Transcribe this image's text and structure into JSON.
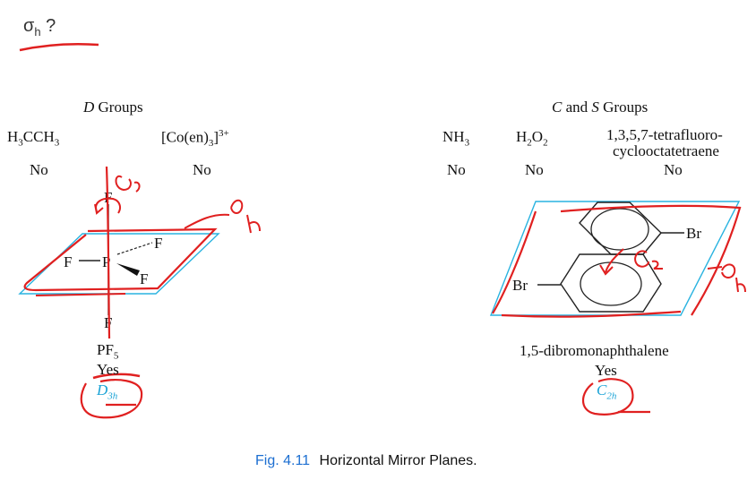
{
  "note": {
    "symbol": "σ",
    "subscript": "h",
    "suffix": " ?"
  },
  "d_groups": {
    "heading_letter": "D",
    "heading_rest": " Groups",
    "item1": {
      "a": "H",
      "a_sub": "3",
      "b": "CCH",
      "b_sub": "3",
      "answer": "No"
    },
    "item2": {
      "a": "[Co(en)",
      "a_sub": "3",
      "b": "]",
      "b_sup": "3+",
      "answer": "No"
    },
    "pf5": {
      "name": "PF",
      "name_sub": "5",
      "answer": "Yes",
      "group": "D",
      "group_sub": "3h",
      "atom_p": "P",
      "atom_f": "F"
    },
    "annotations": {
      "c3": "C3",
      "sigma_h": "σh"
    }
  },
  "cs_groups": {
    "heading_c": "C",
    "heading_mid": " and ",
    "heading_s": "S",
    "heading_rest": " Groups",
    "item1": {
      "a": "NH",
      "a_sub": "3",
      "answer": "No"
    },
    "item2": {
      "a": "H",
      "a_sub": "2",
      "b": "O",
      "b_sub": "2",
      "answer": "No"
    },
    "item3": {
      "line1": "1,3,5,7-tetrafluoro-",
      "line2": "cyclooctatetraene",
      "answer": "No"
    },
    "naph": {
      "name": "1,5-dibromonaphthalene",
      "answer": "Yes",
      "group": "C",
      "group_sub": "2h",
      "atom_br": "Br"
    },
    "annotations": {
      "c2": "C2",
      "sigma_h": "σh"
    }
  },
  "caption": {
    "fig": "Fig. 4.11",
    "text": "Horizontal Mirror Planes."
  },
  "colors": {
    "ink": "#e02020",
    "plane": "#29b3e0",
    "caption": "#1d6fd1"
  }
}
